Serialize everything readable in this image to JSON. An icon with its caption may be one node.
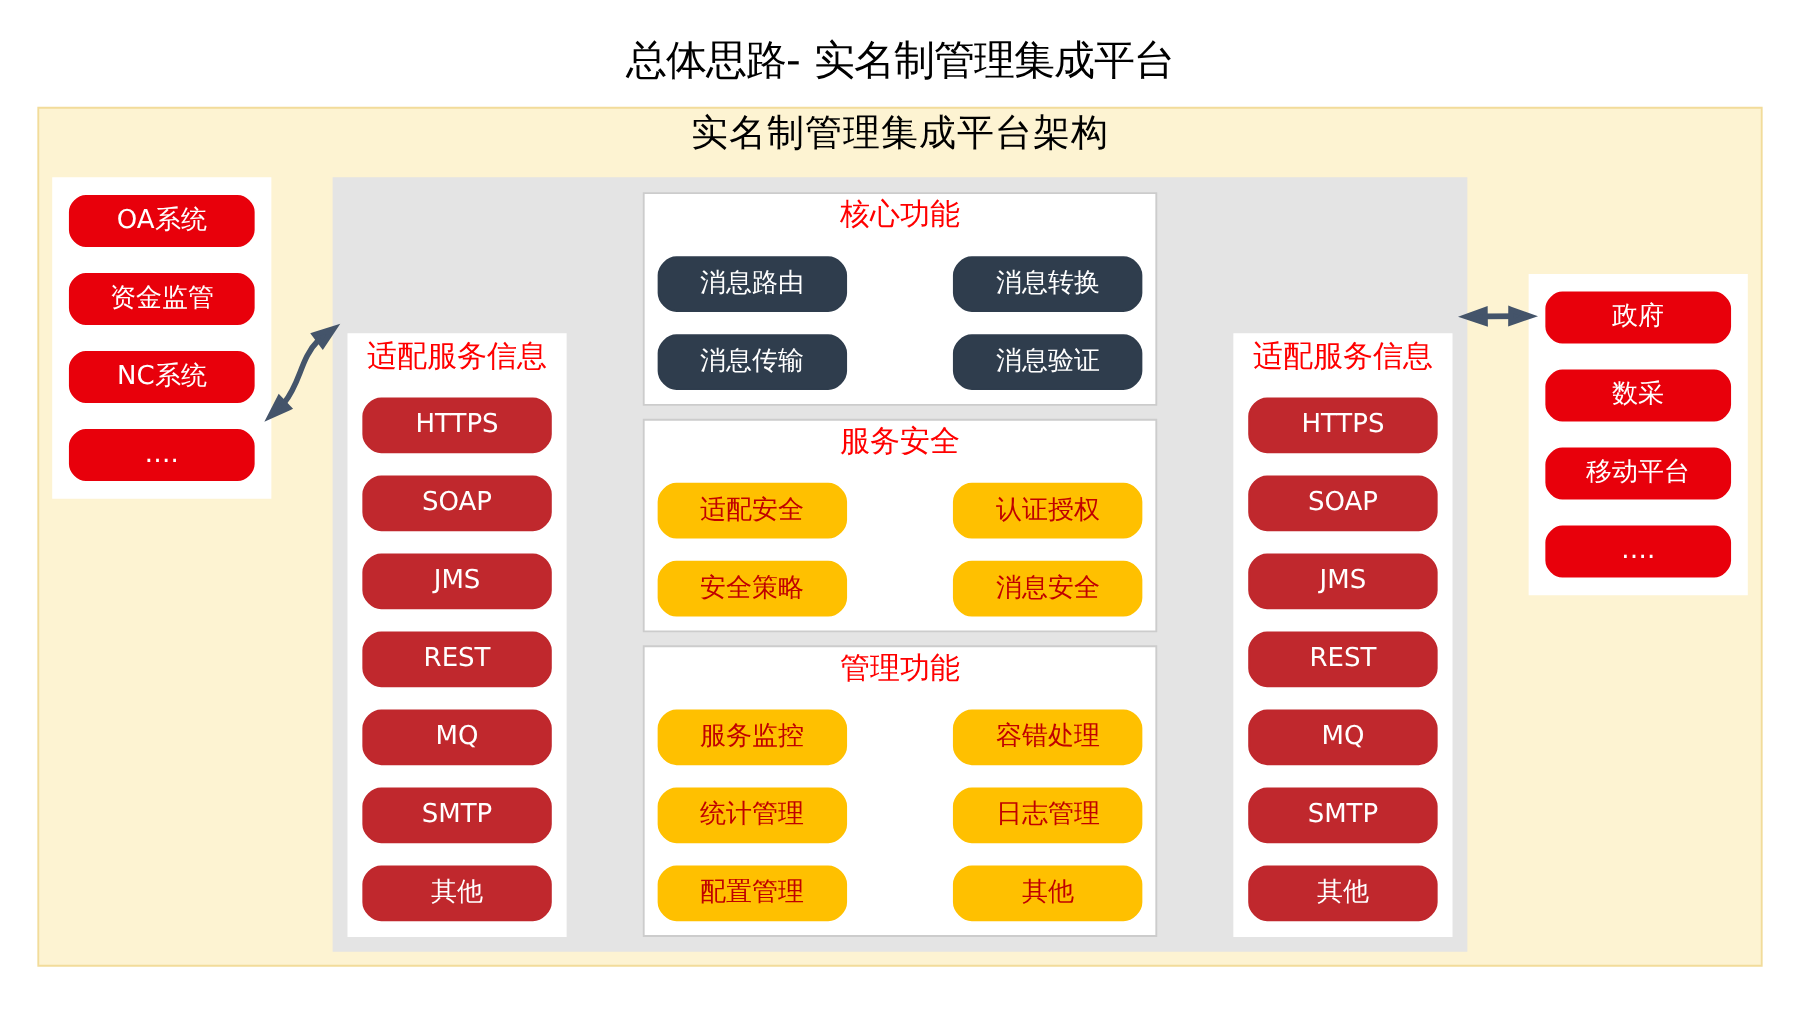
{
  "diagram": {
    "title": "总体思路- 实名制管理集成平台",
    "nodes": [
      {
        "text": [
          "实名制管理集成平台架构"
        ]
      },
      {
        "text": [],
        "shape": "box",
        "in": 0
      },
      {
        "text": [
          "OA系统"
        ],
        "in": 1
      },
      {
        "text": [
          "资金监管"
        ],
        "in": 1
      },
      {
        "text": [
          "NC系统"
        ],
        "in": 1
      },
      {
        "text": [
          "…."
        ],
        "in": 1
      },
      {
        "text": [],
        "shape": "box",
        "in": 0
      },
      {
        "text": [
          "适配服务信息"
        ],
        "in": 6
      },
      {
        "text": [
          "HTTPS"
        ],
        "in": 7
      },
      {
        "text": [
          "SOAP"
        ],
        "in": 7
      },
      {
        "text": [
          "JMS"
        ],
        "in": 7
      },
      {
        "text": [
          "REST"
        ],
        "in": 7
      },
      {
        "text": [
          "MQ"
        ],
        "in": 7
      },
      {
        "text": [
          "SMTP"
        ],
        "in": 7
      },
      {
        "text": [
          "其他"
        ],
        "in": 7
      },
      {
        "text": [
          "管理功能"
        ],
        "in": 6
      },
      {
        "text": [
          "服务监控"
        ],
        "in": 15
      },
      {
        "text": [
          "容错处理"
        ],
        "in": 15
      },
      {
        "text": [
          "配置管理"
        ],
        "in": 15
      },
      {
        "text": [
          "其他"
        ],
        "in": 15
      },
      {
        "text": [
          "统计管理"
        ],
        "in": 15
      },
      {
        "text": [
          "日志管理"
        ],
        "in": 15
      },
      {
        "text": [
          "核心功能"
        ],
        "in": 6
      },
      {
        "text": [
          "消息路由"
        ],
        "in": 22
      },
      {
        "text": [
          "消息转换"
        ],
        "in": 22
      },
      {
        "text": [
          "消息传输"
        ],
        "in": 22
      },
      {
        "text": [
          "消息验证"
        ],
        "in": 22
      },
      {
        "text": [
          "服务安全"
        ],
        "in": 6
      },
      {
        "text": [
          "安全策略"
        ],
        "in": 27
      },
      {
        "text": [
          "消息安全"
        ],
        "in": 27
      },
      {
        "text": [
          "适配安全"
        ],
        "in": 27
      },
      {
        "text": [
          "认证授权"
        ],
        "in": 27
      },
      {
        "text": [
          "适配服务信息"
        ],
        "in": 6
      },
      {
        "text": [
          "HTTPS"
        ],
        "in": 32
      },
      {
        "text": [
          "SOAP"
        ],
        "in": 32
      },
      {
        "text": [
          "JMS"
        ],
        "in": 32
      },
      {
        "text": [
          "REST"
        ],
        "in": 32
      },
      {
        "text": [
          "MQ"
        ],
        "in": 32
      },
      {
        "text": [
          "SMTP"
        ],
        "in": 32
      },
      {
        "text": [
          "其他"
        ],
        "in": 32
      },
      {
        "text": [],
        "shape": "box",
        "in": 0
      },
      {
        "text": [
          "政府"
        ],
        "in": 40
      },
      {
        "text": [
          "数采"
        ],
        "in": 40
      },
      {
        "text": [
          "移动平台"
        ],
        "in": 40
      },
      {
        "text": [
          "…."
        ],
        "in": 40
      }
    ],
    "edges": [
      {
        "from": 1,
        "to": 6,
        "arrow": "both"
      },
      {
        "from": 6,
        "to": 40,
        "arrow": "both"
      }
    ]
  }
}
